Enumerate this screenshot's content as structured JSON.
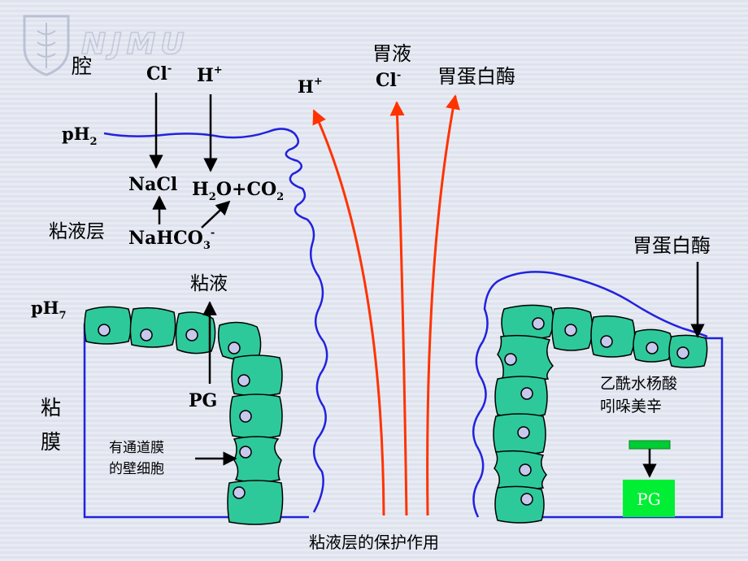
{
  "watermark": "NJMU",
  "labels": {
    "lumen": "腔",
    "cl": "Cl",
    "cl_sup": "-",
    "h": "H",
    "h_sup": "+",
    "ph2": "pH",
    "ph2_sub": "2",
    "nacl": "NaCl",
    "h2o_co2_a": "H",
    "h2o_co2_sub1": "2",
    "h2o_co2_b": "O+CO",
    "h2o_co2_sub2": "2",
    "mucus_layer": "粘液层",
    "nahco3_a": "NaHCO",
    "nahco3_sub": "3",
    "nahco3_sup": "-",
    "mucus": "粘液",
    "ph7": "pH",
    "ph7_sub": "7",
    "pg_left": "PG",
    "mucosa_1": "粘",
    "mucosa_2": "膜",
    "parietal_1": "有通道膜",
    "parietal_2": "的壁细胞",
    "h_plus_top": "H",
    "h_plus_top_sup": "+",
    "gastric_juice": "胃液",
    "cl_top": "Cl",
    "cl_top_sup": "-",
    "pepsin_top": "胃蛋白酶",
    "pepsin_right": "胃蛋白酶",
    "aspirin": "乙酰水杨酸",
    "indomethacin": "吲哚美辛",
    "pg_right": "PG",
    "caption": "粘液层的保护作用"
  },
  "colors": {
    "cell_fill": "#2ec99a",
    "nucleus_fill": "#c8c8ee",
    "membrane_blue": "#2222dd",
    "arrow_red": "#ff3300",
    "pg_box": "#00ee33",
    "inhibitor_bar": "#00cc33"
  }
}
